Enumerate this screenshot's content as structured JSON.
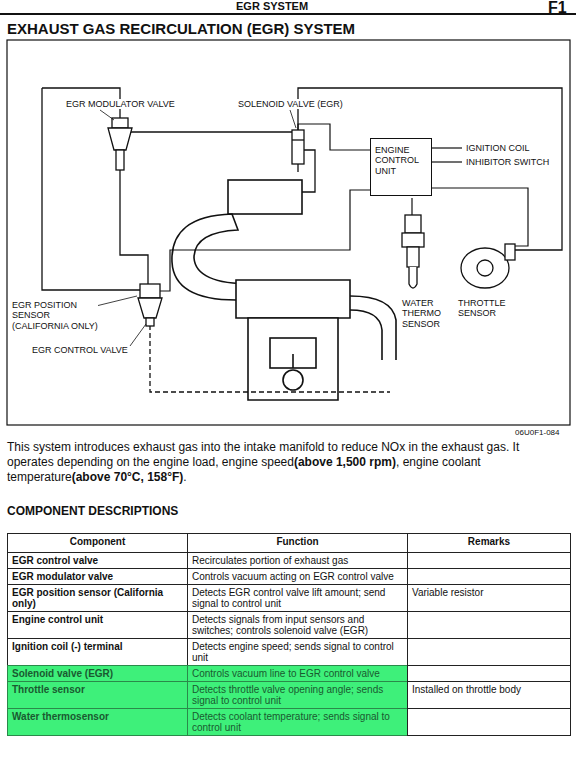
{
  "diagram": {
    "title": "EXHAUST GAS RECIRCULATION (EGR) SYSTEM",
    "nodes": [
      {
        "text": [
          "ENGINE CONTROL UNIT"
        ]
      }
    ],
    "labels": [
      "EGR SYSTEM",
      "F1",
      "EGR MODULATOR VALVE",
      "SOLENOID VALVE (EGR)",
      "IGNITION COIL",
      "INHIBITOR SWITCH",
      "WATER THERMO SENSOR",
      "THROTTLE SENSOR",
      "EGR POSITION SENSOR (CALIFORNIA ONLY)",
      "EGR CONTROL VALVE",
      "06U0F1-084",
      "This system introduces exhaust gas into the intake manifold to reduce NOx in the exhaust gas. It operates depending on the engine load, engine speed",
      "(above 1,500 rpm)",
      ", engine coolant temperature",
      "(above 70°C, 158°F)",
      ".",
      "COMPONENT DESCRIPTIONS",
      "Component",
      "Function",
      "Remarks",
      "EGR control valve",
      "Recirculates portion of exhaust gas",
      "EGR modulator valve",
      "Controls vacuum acting on EGR control valve",
      "EGR position sensor (California only)",
      "Detects EGR control valve lift amount; send signal to control unit",
      "Variable resistor",
      "Engine control unit",
      "Detects signals from input sensors and switches; controls solenoid valve (EGR)",
      "Ignition coil (-) terminal",
      "Detects engine speed; sends signal to control unit",
      "Solenoid valve (EGR)",
      "Controls vacuum line to EGR control valve",
      "Throttle sensor",
      "Detects throttle valve opening angle; sends signal to control unit",
      "Installed on throttle body",
      "Water thermosensor",
      "Detects coolant temperature; sends signal to control unit"
    ]
  }
}
